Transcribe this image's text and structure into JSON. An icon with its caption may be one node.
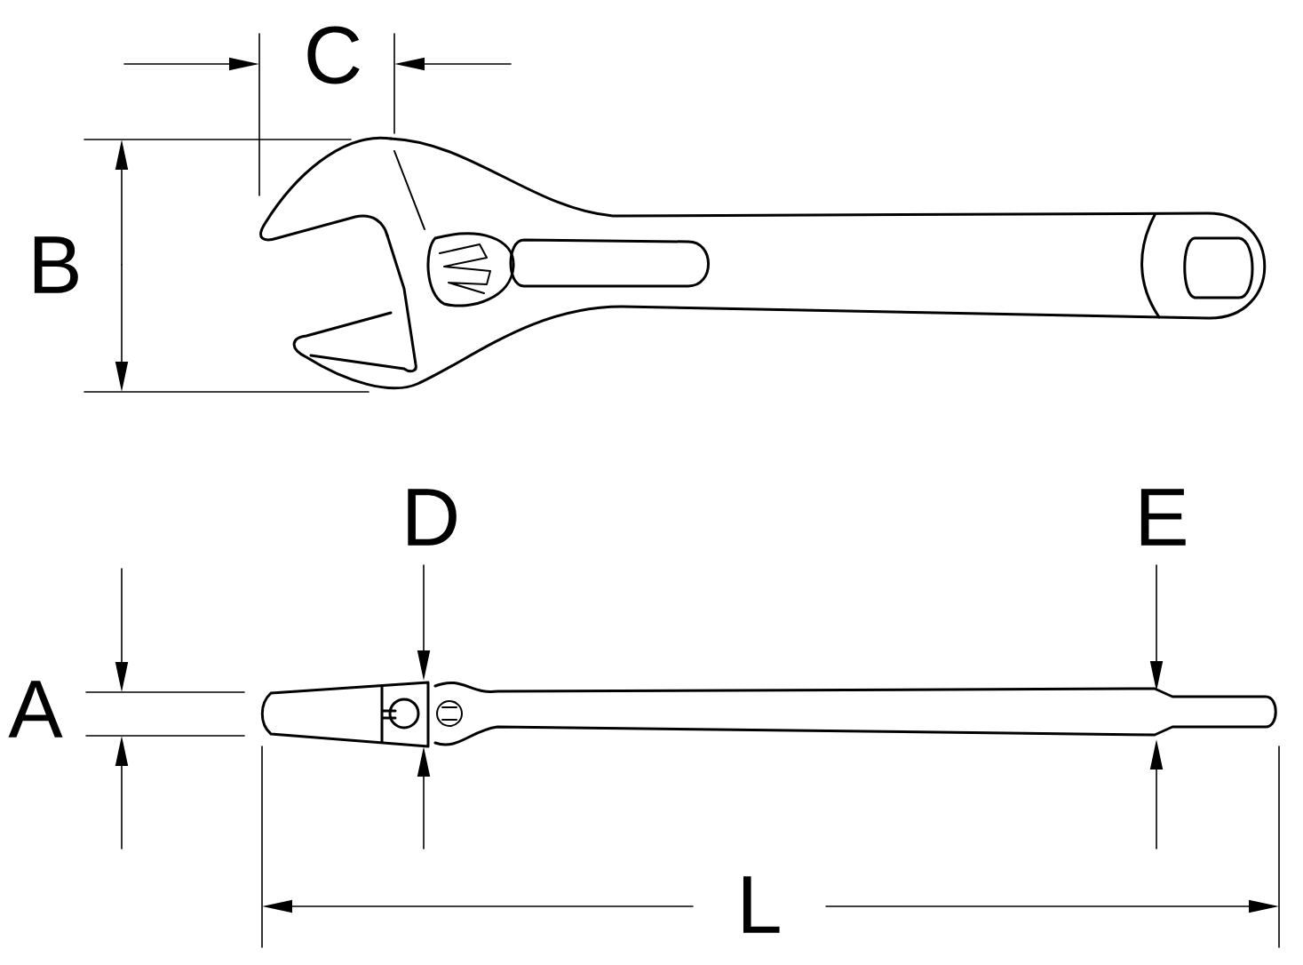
{
  "diagram": {
    "labels": [
      "C",
      "B",
      "D",
      "E",
      "A",
      "L"
    ]
  }
}
